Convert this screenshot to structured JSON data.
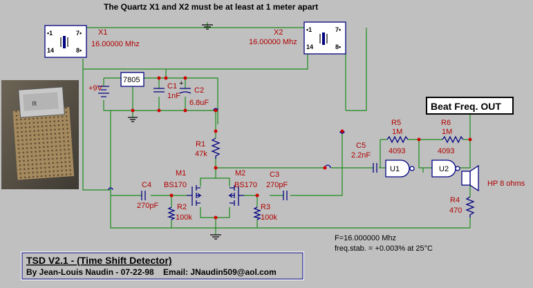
{
  "header": {
    "note": "The Quartz X1 and X2 must be at least at 1 meter apart"
  },
  "output_box": {
    "label": "Beat Freq. OUT"
  },
  "quartz": [
    {
      "ref": "X1",
      "freq": "16.00000 Mhz",
      "pins": [
        "1",
        "7",
        "14",
        "8"
      ]
    },
    {
      "ref": "X2",
      "freq": "16.00000 Mhz",
      "pins": [
        "1",
        "7",
        "14",
        "8"
      ]
    }
  ],
  "regulator": {
    "label": "7805"
  },
  "supply": {
    "label": "+9V"
  },
  "capacitors": [
    {
      "ref": "C1",
      "value": "1nF"
    },
    {
      "ref": "C2",
      "value": "6.8uF",
      "polarity": "+"
    },
    {
      "ref": "C3",
      "value": "270pF"
    },
    {
      "ref": "C4",
      "value": "270pF"
    },
    {
      "ref": "C5",
      "value": "2.2nF"
    }
  ],
  "resistors": [
    {
      "ref": "R1",
      "value": "47k"
    },
    {
      "ref": "R2",
      "value": "100k"
    },
    {
      "ref": "R3",
      "value": "100k"
    },
    {
      "ref": "R4",
      "value": "470"
    },
    {
      "ref": "R5",
      "value": "1M"
    },
    {
      "ref": "R6",
      "value": "1M"
    }
  ],
  "mosfets": [
    {
      "ref": "M1",
      "type": "BS170"
    },
    {
      "ref": "M2",
      "type": "BS170"
    }
  ],
  "gates": [
    {
      "ref": "U1",
      "type": "4093"
    },
    {
      "ref": "U2",
      "type": "4093"
    }
  ],
  "speaker": {
    "label": "HP 8 ohms"
  },
  "specs": {
    "freq": "F=16.000000 Mhz",
    "stability": "freq.stab. = +0.003% at 25°C"
  },
  "title_block": {
    "title": "TSD V2.1 - (Time Shift Detector)",
    "author": "By Jean-Louis Naudin - 07-22-98    Email: JNaudin509@aol.com"
  },
  "photo": {
    "chip_marking": "Ilt"
  }
}
